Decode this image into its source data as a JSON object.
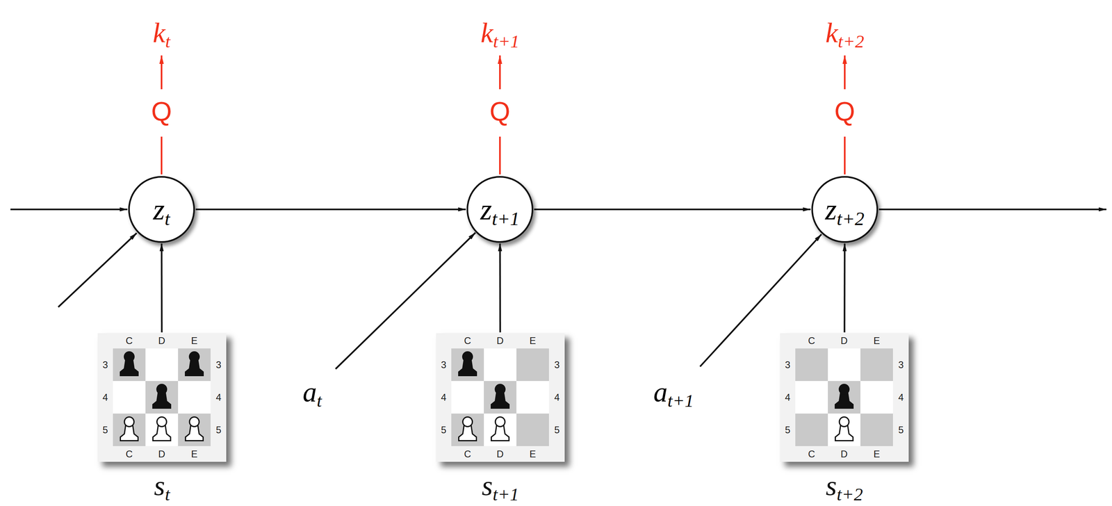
{
  "diagram": {
    "nodes": [
      {
        "text": [
          "z",
          "t"
        ]
      },
      {
        "text": [
          "z",
          "t+1"
        ]
      },
      {
        "text": [
          "z",
          "t+2"
        ]
      },
      {
        "text": [
          "C",
          "D",
          "E",
          "3",
          "4",
          "5",
          "3",
          "4",
          "5",
          "C",
          "D",
          "E",
          "s",
          "t"
        ]
      },
      {
        "text": [
          "C",
          "D",
          "E",
          "3",
          "4",
          "5",
          "3",
          "4",
          "5",
          "C",
          "D",
          "E",
          "s",
          "t+1"
        ]
      },
      {
        "text": [
          "C",
          "D",
          "E",
          "3",
          "4",
          "5",
          "3",
          "4",
          "5",
          "C",
          "D",
          "E",
          "s",
          "t+2"
        ]
      }
    ],
    "edges": [
      {
        "from": 0,
        "to": 1,
        "arrow": "to"
      },
      {
        "from": 1,
        "to": 2,
        "arrow": "to"
      },
      {
        "from": 3,
        "to": 0,
        "arrow": "to"
      },
      {
        "from": 4,
        "to": 1,
        "arrow": "to"
      },
      {
        "from": 5,
        "to": 2,
        "arrow": "to"
      }
    ],
    "labels": [
      "Q",
      "k",
      "t",
      "Q",
      "k",
      "t+1",
      "Q",
      "k",
      "t+2",
      "a",
      "t",
      "a",
      "t+1"
    ]
  }
}
